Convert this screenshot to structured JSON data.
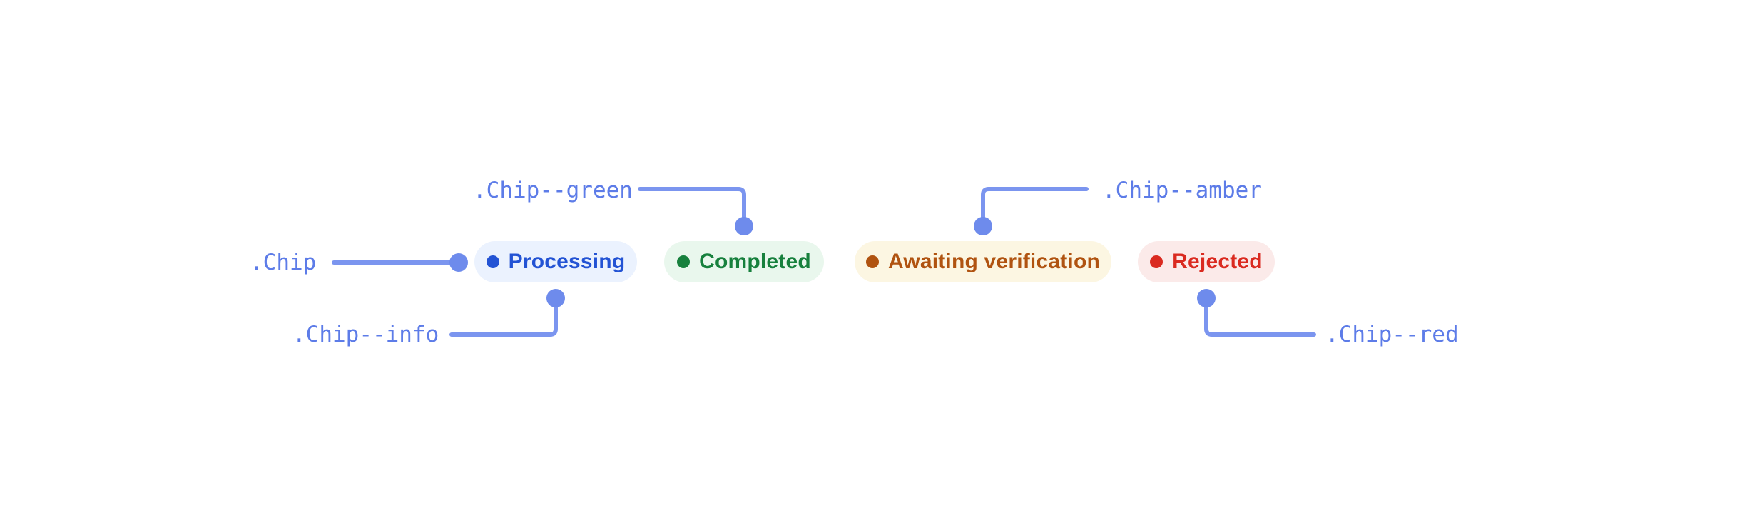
{
  "page": {
    "background": "#ffffff",
    "description": "Chip component states spec with CSS class annotations"
  },
  "accent": {
    "line": "#7b95ef",
    "dot": "#6e8bec",
    "label_text": "#5d7ce8"
  },
  "chips": [
    {
      "id": "info",
      "label": "Processing",
      "modifier_class": ".Chip--info",
      "bg": "#EBF2FE",
      "fg": "#2353D4"
    },
    {
      "id": "green",
      "label": "Completed",
      "modifier_class": ".Chip--green",
      "bg": "#E9F7ED",
      "fg": "#17803D"
    },
    {
      "id": "amber",
      "label": "Awaiting verification",
      "modifier_class": ".Chip--amber",
      "bg": "#FCF6E2",
      "fg": "#B05310"
    },
    {
      "id": "red",
      "label": "Rejected",
      "modifier_class": ".Chip--red",
      "bg": "#FBEAE9",
      "fg": "#DA2A20"
    }
  ],
  "annotations": {
    "base": {
      "label": ".Chip"
    },
    "info": {
      "label": ".Chip--info"
    },
    "green": {
      "label": ".Chip--green"
    },
    "amber": {
      "label": ".Chip--amber"
    },
    "red": {
      "label": ".Chip--red"
    }
  }
}
